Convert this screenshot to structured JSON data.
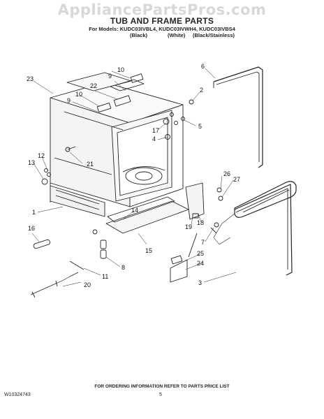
{
  "watermark": "AppliancePartsPros.com",
  "title": "TUB AND FRAME PARTS",
  "models_line": "For Models: KUDC03IVBL4, KUDC03IVWH4, KUDC03IVBS4",
  "variants": [
    "(Black)",
    "(White)",
    "(Black/Stainless)"
  ],
  "callouts": [
    "1",
    "2",
    "3",
    "4",
    "5",
    "6",
    "7",
    "8",
    "9",
    "10",
    "11",
    "12",
    "13",
    "14",
    "15",
    "16",
    "17",
    "18",
    "19",
    "20",
    "21",
    "22",
    "23",
    "24",
    "25",
    "26",
    "27"
  ],
  "footer_info": "FOR ORDERING INFORMATION REFER TO PARTS PRICE LIST",
  "doc_id": "W10324743",
  "page_number": "5"
}
